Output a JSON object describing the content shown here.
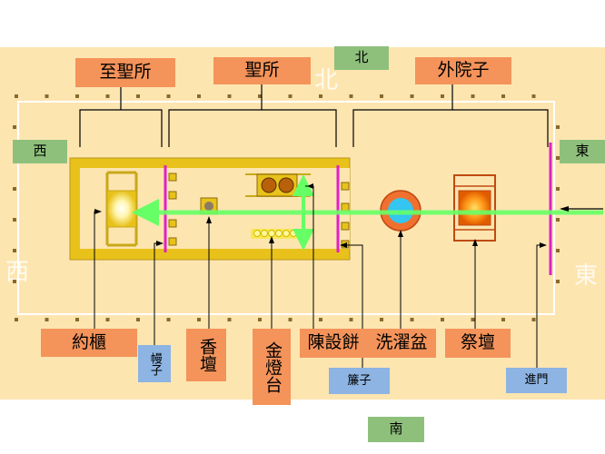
{
  "directions": {
    "north": "北",
    "south": "南",
    "west": "西",
    "east": "東"
  },
  "faint_watermarks": {
    "north": "北",
    "west": "西",
    "east": "東"
  },
  "areas": {
    "most_holy_place": "至聖所",
    "holy_place": "聖所",
    "outer_court": "外院子"
  },
  "items": {
    "ark": "約櫃",
    "veil": "幔子",
    "incense_altar": "香壇",
    "lampstand": "金燈台",
    "showbread_table": "陳設餅",
    "laver": "洗濯盆",
    "altar": "祭壇",
    "curtain": "簾子",
    "entrance_gate": "進門"
  },
  "colors": {
    "court_background": "#fde5b0",
    "tabernacle_wall": "#e8c21a",
    "veil_line": "#e020c8",
    "path_arrow": "#66ff66",
    "label_orange": "#f4935a",
    "label_green": "#8ec07c",
    "label_blue": "#8db4e2"
  }
}
